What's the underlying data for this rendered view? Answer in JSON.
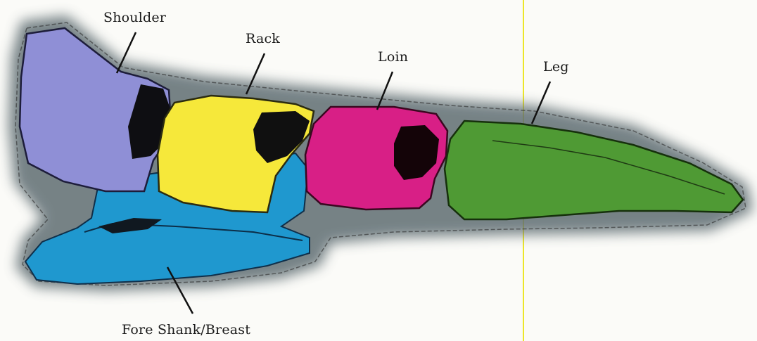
{
  "labels": {
    "shoulder": "Shoulder",
    "rack": "Rack",
    "loin": "Loin",
    "leg": "Leg",
    "fore_shank_breast": "Fore Shank/Breast"
  },
  "colors": {
    "background": "#fbfbf8",
    "carcass_shadow": "#5f6d72",
    "shoulder": "#8f8fd6",
    "rack": "#f6e83a",
    "loin": "#d81f86",
    "leg": "#4f9a34",
    "fore_shank_breast": "#1f98cf",
    "divider_line": "#ece62a"
  }
}
